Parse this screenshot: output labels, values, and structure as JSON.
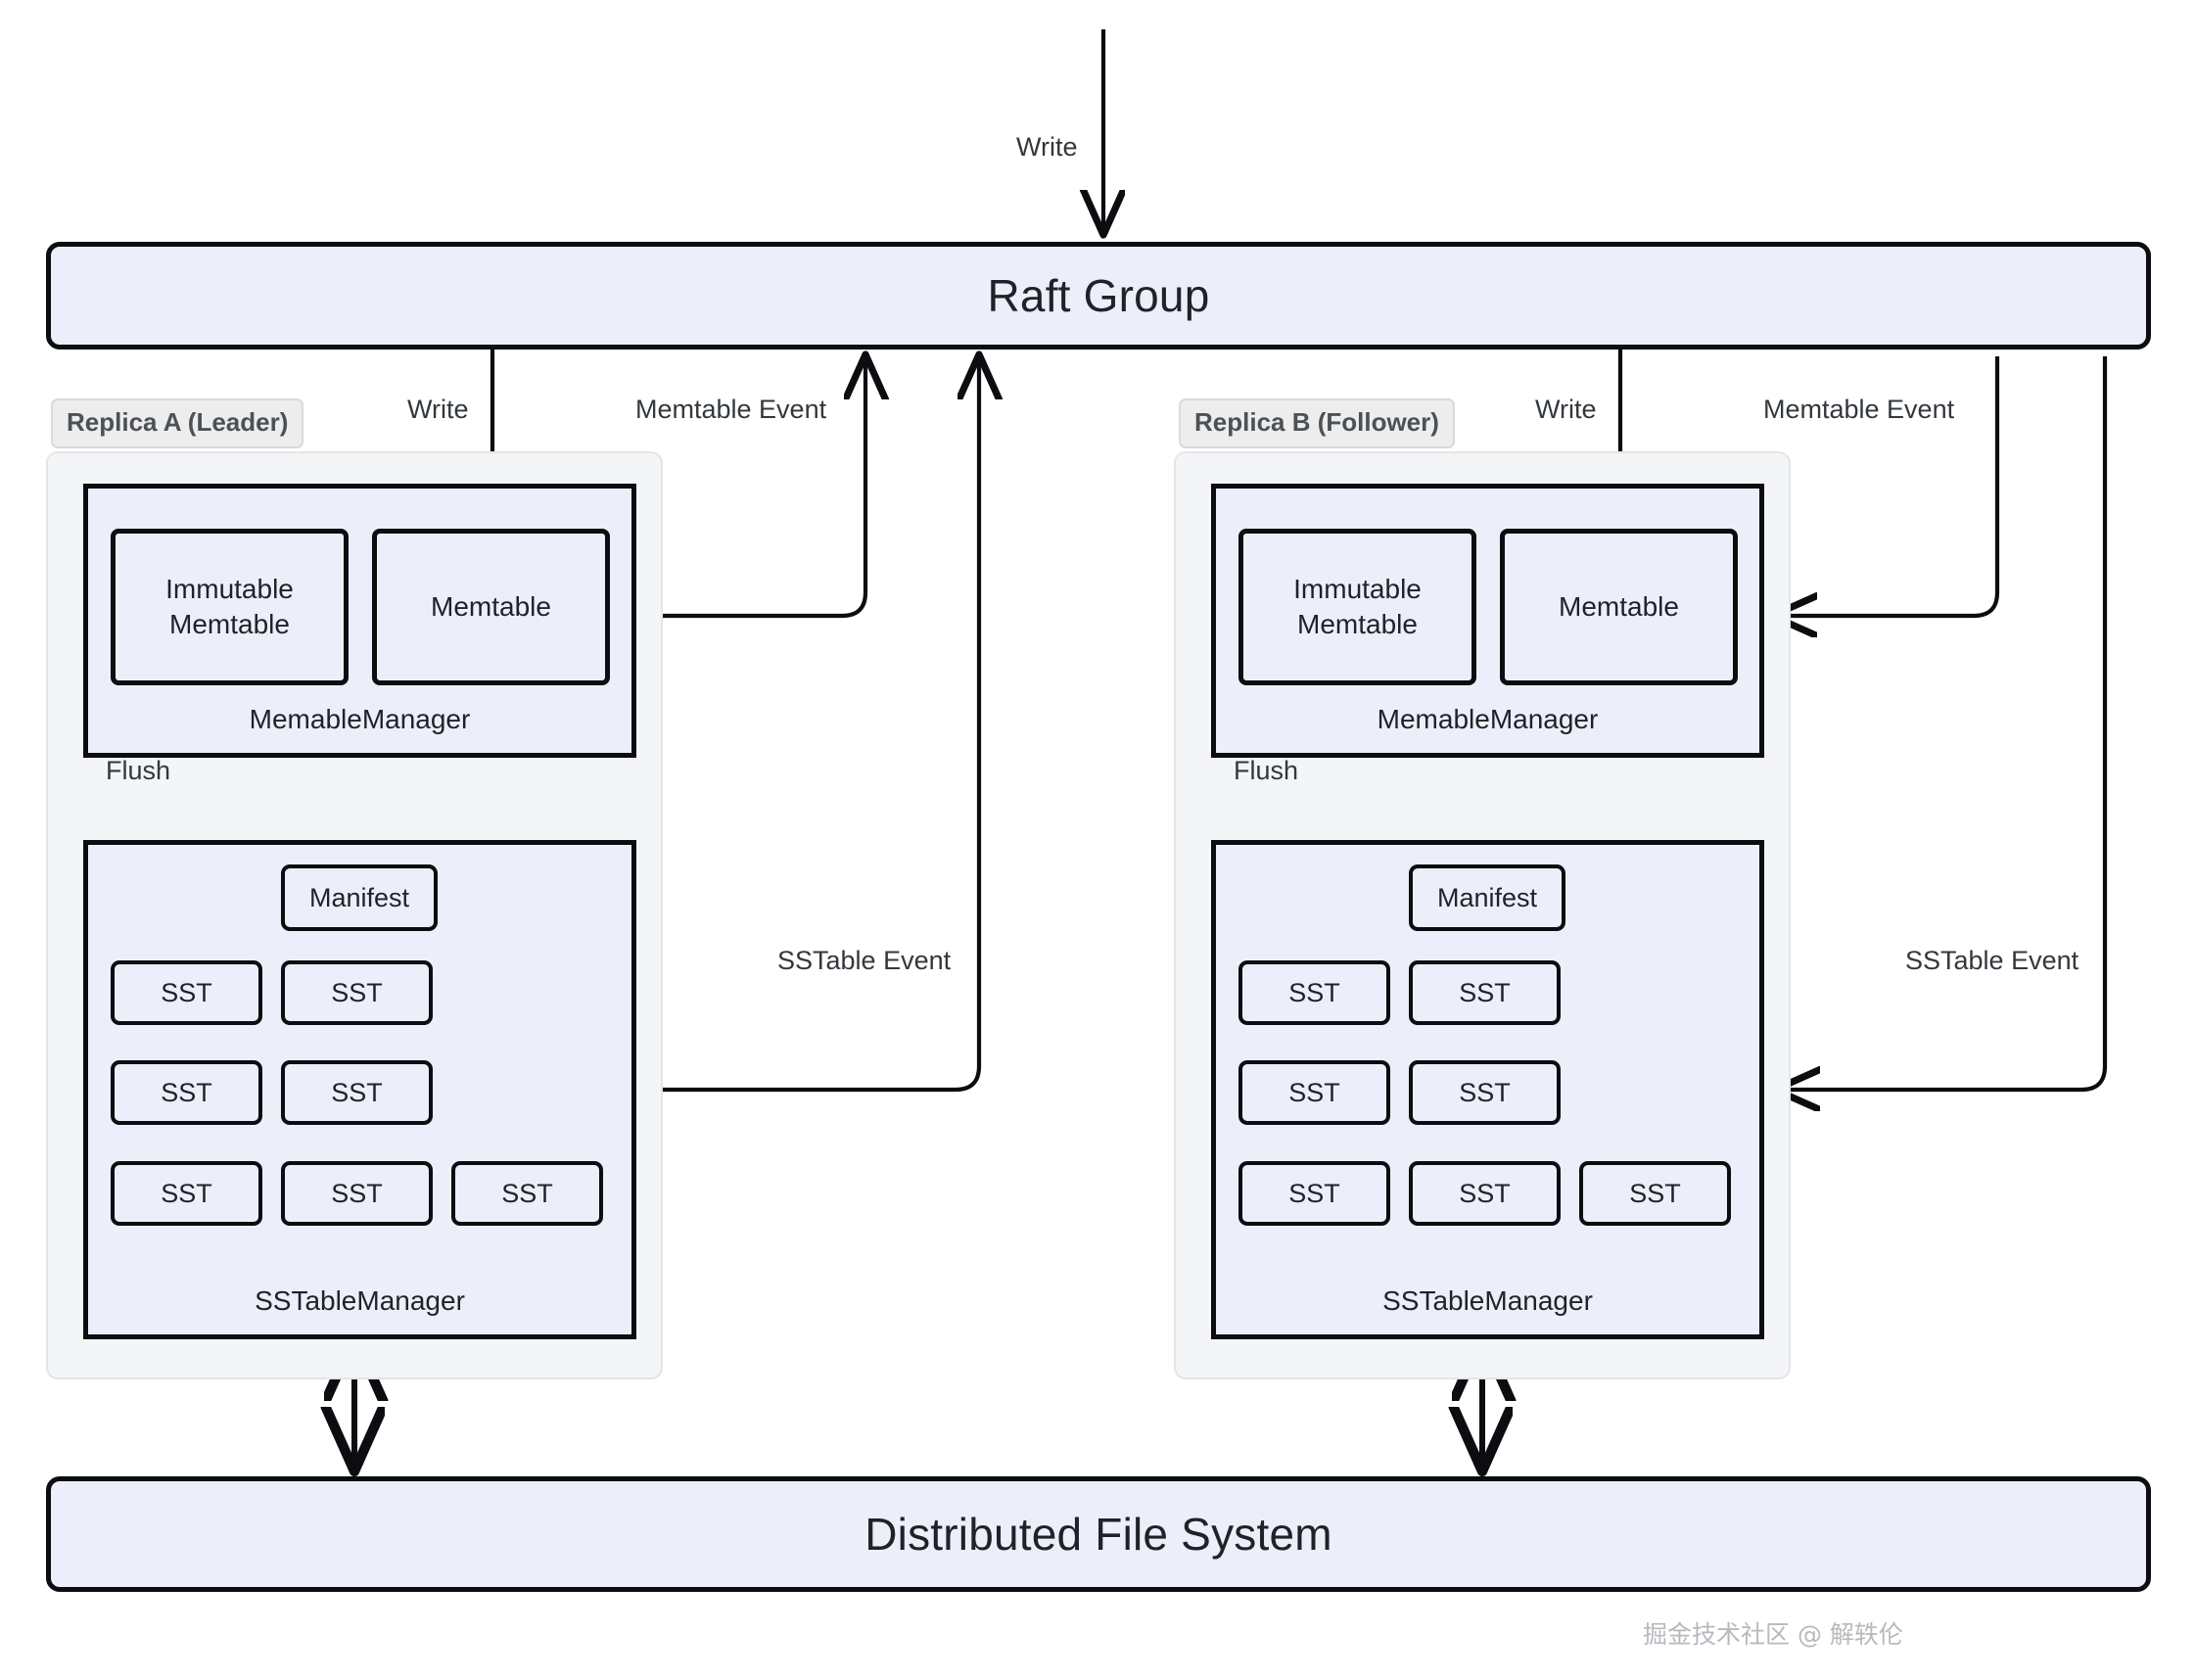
{
  "diagram": {
    "title": "Raft Group LSM replication architecture",
    "colors": {
      "node_fill": "#ECEFF9",
      "node_stroke": "#0B0D10",
      "cluster_fill": "#F4F5F7",
      "cluster_stroke": "#E3E5E8",
      "cluster_label_fill": "#EDEDED",
      "cluster_label_text": "#4C5156",
      "canvas": "#FFFFFF",
      "edge_stroke": "#0B0D10",
      "text": "#1F2328"
    }
  },
  "top": {
    "write_label": "Write",
    "raft_group_label": "Raft Group"
  },
  "bottom": {
    "dfs_label": "Distributed File System"
  },
  "replicas": [
    {
      "id": "a",
      "cluster_label": "Replica A (Leader)",
      "write_label": "Write",
      "memtable_event_label": "Memtable Event",
      "sstable_event_label": "SSTable Event",
      "flush_label": "Flush",
      "memable_manager": {
        "title": "MemableManager",
        "immutable_memtable_line1": "Immutable",
        "immutable_memtable_line2": "Memtable",
        "memtable": "Memtable"
      },
      "sstable_manager": {
        "title": "SSTableManager",
        "manifest": "Manifest",
        "sst_rows": [
          [
            "SST",
            "SST"
          ],
          [
            "SST",
            "SST"
          ],
          [
            "SST",
            "SST",
            "SST"
          ]
        ]
      }
    },
    {
      "id": "b",
      "cluster_label": "Replica B (Follower)",
      "write_label": "Write",
      "memtable_event_label": "Memtable Event",
      "sstable_event_label": "SSTable Event",
      "flush_label": "Flush",
      "memable_manager": {
        "title": "MemableManager",
        "immutable_memtable_line1": "Immutable",
        "immutable_memtable_line2": "Memtable",
        "memtable": "Memtable"
      },
      "sstable_manager": {
        "title": "SSTableManager",
        "manifest": "Manifest",
        "sst_rows": [
          [
            "SST",
            "SST"
          ],
          [
            "SST",
            "SST"
          ],
          [
            "SST",
            "SST",
            "SST"
          ]
        ]
      }
    }
  ],
  "watermark": {
    "text": "掘金技术社区 @ 解轶伦"
  }
}
